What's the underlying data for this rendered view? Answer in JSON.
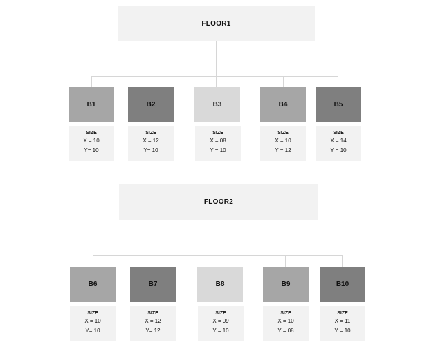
{
  "floors": [
    {
      "name": "FLOOR1",
      "blocks": [
        {
          "label": "B1",
          "size_label": "SIZE",
          "x": "X =  10",
          "y": "Y= 10",
          "color": "#a6a6a6"
        },
        {
          "label": "B2",
          "size_label": "SIZE",
          "x": "X =  12",
          "y": "Y= 10",
          "color": "#7f7f7f"
        },
        {
          "label": "B3",
          "size_label": "SIZE",
          "x": "X = 08",
          "y": "Y = 10",
          "color": "#d9d9d9"
        },
        {
          "label": "B4",
          "size_label": "SIZE",
          "x": "X = 10",
          "y": "Y = 12",
          "color": "#a6a6a6"
        },
        {
          "label": "B5",
          "size_label": "SIZE",
          "x": "X = 14",
          "y": "Y = 10",
          "color": "#7f7f7f"
        }
      ]
    },
    {
      "name": "FLOOR2",
      "blocks": [
        {
          "label": "B6",
          "size_label": "SIZE",
          "x": "X =  10",
          "y": "Y= 10",
          "color": "#a6a6a6"
        },
        {
          "label": "B7",
          "size_label": "SIZE",
          "x": "X =  12",
          "y": "Y= 12",
          "color": "#7f7f7f"
        },
        {
          "label": "B8",
          "size_label": "SIZE",
          "x": "X = 09",
          "y": "Y = 10",
          "color": "#d9d9d9"
        },
        {
          "label": "B9",
          "size_label": "SIZE",
          "x": "X = 10",
          "y": "Y = 08",
          "color": "#a6a6a6"
        },
        {
          "label": "B10",
          "size_label": "SIZE",
          "x": "X = 11",
          "y": "Y = 10",
          "color": "#7f7f7f"
        }
      ]
    }
  ]
}
